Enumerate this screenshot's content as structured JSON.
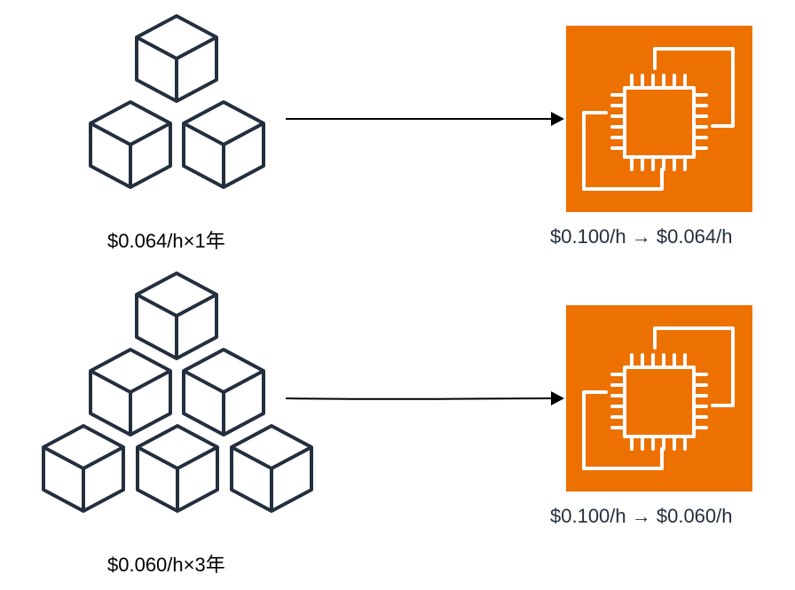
{
  "colors": {
    "stroke": "#232f3e",
    "ec2_fill": "#ed7100",
    "chip_stroke": "#ffffff",
    "arrow": "#000000"
  },
  "rows": [
    {
      "commitment_label": "$0.064/h×1年",
      "price_change_label": "$0.100/h → $0.064/h",
      "commitment_icon": "cubes-three-icon",
      "instance_icon": "ec2-instance-icon"
    },
    {
      "commitment_label": "$0.060/h×3年",
      "price_change_label": "$0.100/h → $0.060/h",
      "commitment_icon": "cubes-six-icon",
      "instance_icon": "ec2-instance-icon"
    }
  ]
}
